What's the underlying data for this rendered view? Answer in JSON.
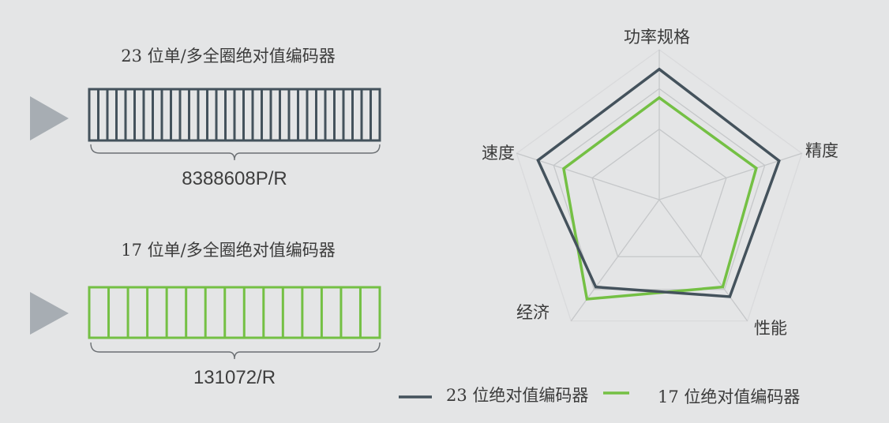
{
  "colors": {
    "background": "#e4e5e6",
    "dark_series": "#44525c",
    "green_series": "#74c044",
    "grid": "#c5c7c9",
    "arrow": "#a7adb3"
  },
  "encoders": [
    {
      "title": "23 位单/多全圈绝对值编码器",
      "value": "8388608P/R",
      "cells": 32,
      "color": "#44525c",
      "icon": "play-triangle-icon"
    },
    {
      "title": "17 位单/多全圈绝对值编码器",
      "value": "131072/R",
      "cells": 15,
      "color": "#74c044",
      "icon": "play-triangle-icon"
    }
  ],
  "chart_data": {
    "type": "radar",
    "title": "",
    "axes": [
      "功率规格",
      "精度",
      "性能",
      "经济",
      "速度"
    ],
    "range": [
      0,
      100
    ],
    "grid_levels": [
      47,
      74,
      100
    ],
    "series": [
      {
        "name": "23 位绝对值编码器",
        "color": "#44525c",
        "values": [
          87,
          84,
          80,
          72,
          85
        ]
      },
      {
        "name": "17 位绝对值编码器",
        "color": "#74c044",
        "values": [
          68,
          68,
          72,
          82,
          67
        ]
      }
    ],
    "legend_position": "bottom"
  },
  "legend": [
    {
      "label": "23 位绝对值编码器",
      "color": "#44525c"
    },
    {
      "label": "17 位绝对值编码器",
      "color": "#74c044"
    }
  ]
}
